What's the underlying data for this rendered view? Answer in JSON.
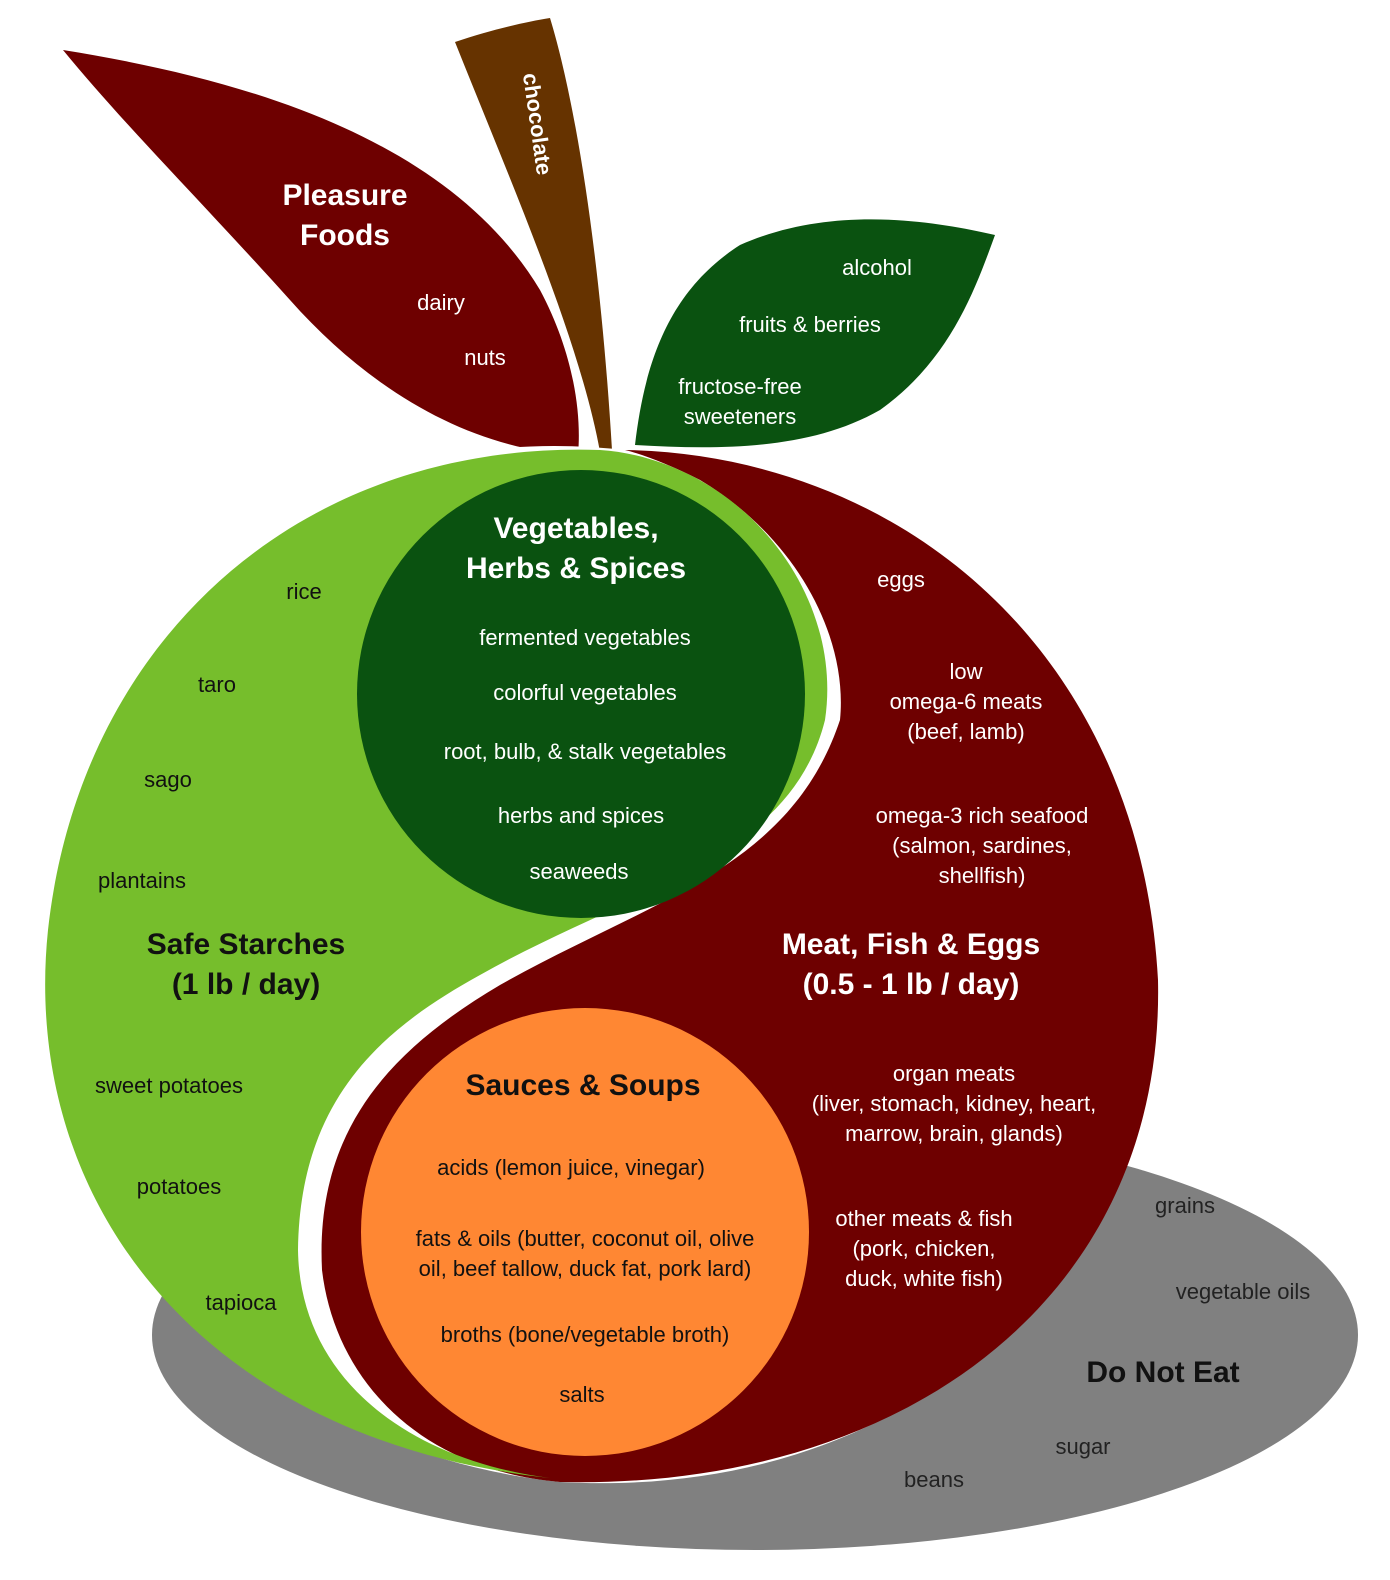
{
  "colors": {
    "maroon": "#6e0000",
    "dark_green": "#0a5210",
    "light_green": "#76be2c",
    "orange": "#ff8733",
    "brown": "#663300",
    "gray": "#808080"
  },
  "pleasure_foods": {
    "title": "Pleasure\nFoods",
    "items": [
      "dairy",
      "nuts"
    ]
  },
  "chocolate": {
    "label": "chocolate"
  },
  "green_leaf": {
    "items": [
      "alcohol",
      "fruits & berries",
      "fructose-free\nsweeteners"
    ]
  },
  "vegetables": {
    "title": "Vegetables,\nHerbs & Spices",
    "items": [
      "fermented vegetables",
      "colorful vegetables",
      "root, bulb, & stalk vegetables",
      "herbs and spices",
      "seaweeds"
    ]
  },
  "safe_starches": {
    "title": "Safe Starches\n(1 lb / day)",
    "items": [
      "rice",
      "taro",
      "sago",
      "plantains",
      "sweet potatoes",
      "potatoes",
      "tapioca"
    ]
  },
  "meat": {
    "title": "Meat, Fish & Eggs\n(0.5 - 1 lb / day)",
    "items": [
      "eggs",
      "low\nomega-6 meats\n(beef, lamb)",
      "omega-3 rich seafood\n(salmon, sardines,\nshellfish)",
      "organ meats\n(liver, stomach, kidney, heart,\nmarrow, brain, glands)",
      "other meats & fish\n(pork, chicken,\nduck, white fish)"
    ]
  },
  "sauces": {
    "title": "Sauces & Soups",
    "items": [
      "acids (lemon juice, vinegar)",
      "fats & oils (butter, coconut oil, olive\noil, beef tallow, duck fat, pork lard)",
      "broths (bone/vegetable broth)",
      "salts"
    ]
  },
  "do_not_eat": {
    "title": "Do Not Eat",
    "items": [
      "grains",
      "vegetable oils",
      "sugar",
      "beans"
    ]
  }
}
